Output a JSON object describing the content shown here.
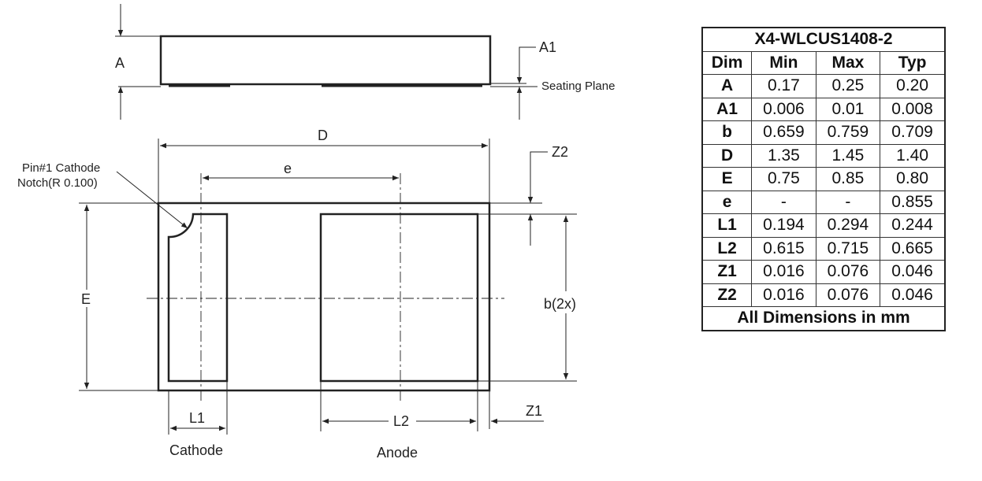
{
  "drawing": {
    "side_view": {
      "label_A": "A",
      "label_A1": "A1",
      "label_seating_plane": "Seating Plane"
    },
    "top_view": {
      "label_D": "D",
      "label_e": "e",
      "label_Z2": "Z2",
      "label_E": "E",
      "label_b": "b(2x)",
      "label_L1": "L1",
      "label_L2": "L2",
      "label_Z1": "Z1",
      "label_cathode": "Cathode",
      "label_anode": "Anode",
      "pin1_note_line1": "Pin#1 Cathode",
      "pin1_note_line2": "Notch(R 0.100)"
    }
  },
  "table": {
    "title": "X4-WLCUS1408-2",
    "headers": [
      "Dim",
      "Min",
      "Max",
      "Typ"
    ],
    "rows": [
      [
        "A",
        "0.17",
        "0.25",
        "0.20"
      ],
      [
        "A1",
        "0.006",
        "0.01",
        "0.008"
      ],
      [
        "b",
        "0.659",
        "0.759",
        "0.709"
      ],
      [
        "D",
        "1.35",
        "1.45",
        "1.40"
      ],
      [
        "E",
        "0.75",
        "0.85",
        "0.80"
      ],
      [
        "e",
        "-",
        "-",
        "0.855"
      ],
      [
        "L1",
        "0.194",
        "0.294",
        "0.244"
      ],
      [
        "L2",
        "0.615",
        "0.715",
        "0.665"
      ],
      [
        "Z1",
        "0.016",
        "0.076",
        "0.046"
      ],
      [
        "Z2",
        "0.016",
        "0.076",
        "0.046"
      ]
    ],
    "footer": "All Dimensions in mm"
  }
}
